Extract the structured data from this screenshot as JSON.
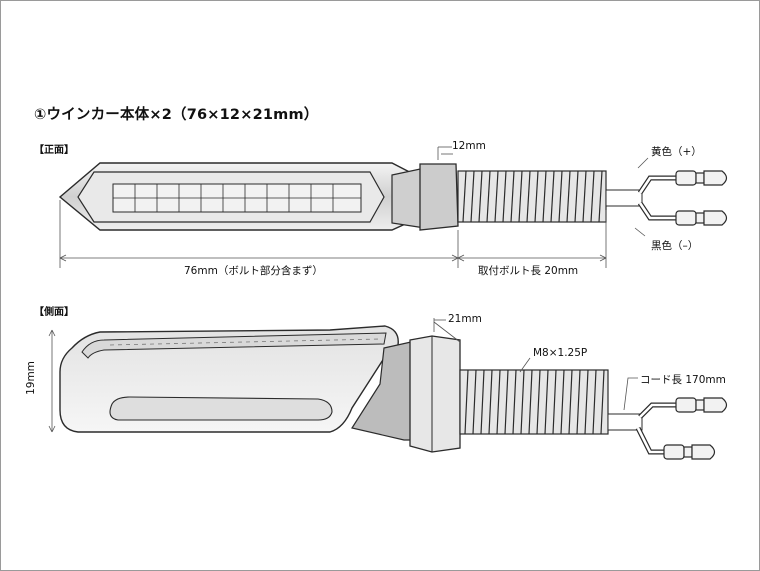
{
  "title": "①ウインカー本体×2（76×12×21mm）",
  "front_view": {
    "section_label": "【正面】",
    "dim_head": "12mm",
    "dim_body": "76mm（ボルト部分含まず）",
    "dim_bolt": "取付ボルト長 20mm",
    "wire_plus": "黄色（+）",
    "wire_minus": "黒色（–）"
  },
  "side_view": {
    "section_label": "【側面】",
    "dim_head": "21mm",
    "dim_height": "19mm",
    "thread_spec": "M8×1.25P",
    "cord_length": "コード長 170mm"
  },
  "colors": {
    "line": "#2b2b2b",
    "shade": "#bdbdbd",
    "light": "#e8e8e8",
    "dim": "#555555"
  }
}
